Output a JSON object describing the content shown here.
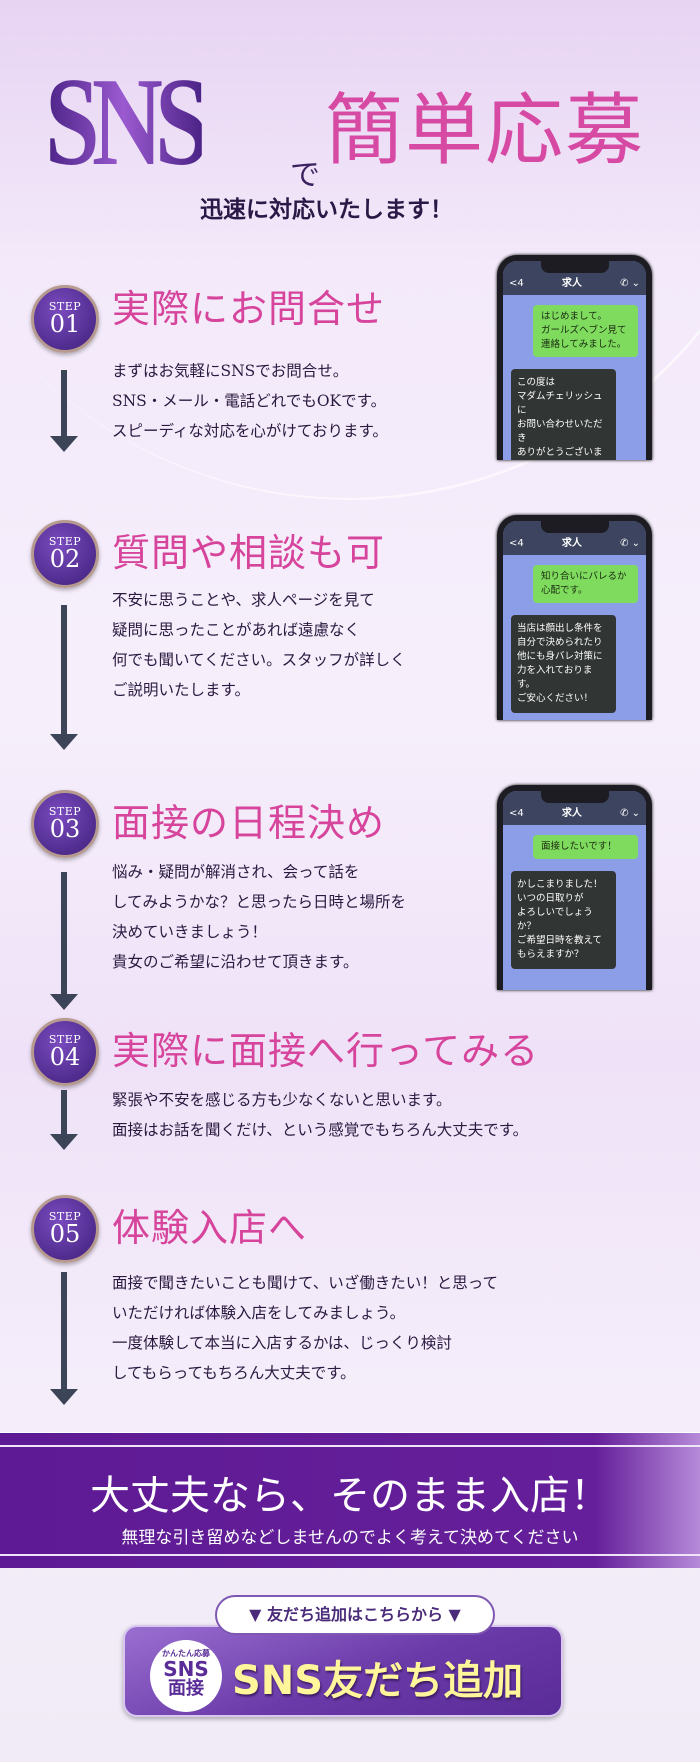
{
  "header": {
    "sns": "SNS",
    "de": "で",
    "title": "簡単応募",
    "subtitle": "迅速に対応いたします！"
  },
  "steps": [
    {
      "label": "STEP",
      "num": "01",
      "title": "実際にお問合せ",
      "lines": [
        "まずはお気軽にSNSでお問合せ。",
        "SNS・メール・電話どれでもOKです。",
        "スピーディな対応を心がけております。"
      ]
    },
    {
      "label": "STEP",
      "num": "02",
      "title": "質問や相談も可",
      "lines": [
        "不安に思うことや、求人ページを見て",
        "疑問に思ったことがあれば遠慮なく",
        "何でも聞いてください。スタッフが詳しく",
        "ご説明いたします。"
      ]
    },
    {
      "label": "STEP",
      "num": "03",
      "title": "面接の日程決め",
      "lines": [
        "悩み・疑問が解消され、会って話を",
        "してみようかな？と思ったら日時と場所を",
        "決めていきましょう！",
        "貴女のご希望に沿わせて頂きます。"
      ]
    },
    {
      "label": "STEP",
      "num": "04",
      "title": "実際に面接へ行ってみる",
      "lines": [
        "緊張や不安を感じる方も少なくないと思います。",
        "面接はお話を聞くだけ、という感覚でもちろん大丈夫です。"
      ]
    },
    {
      "label": "STEP",
      "num": "05",
      "title": "体験入店へ",
      "lines": [
        "面接で聞きたいことも聞けて、いざ働きたい！と思って",
        "いただければ体験入店をしてみましょう。",
        "一度体験して本当に入店するかは、じっくり検討",
        "してもらってもちろん大丈夫です。"
      ]
    }
  ],
  "phones": [
    {
      "back": "<4",
      "name": "求人",
      "sent": "はじめまして。\nガールズヘブン見て\n連絡してみました。",
      "reply": "この度は\nマダムチェリッシュに\nお問い合わせいただき\nありがとうございます。\n\n気になること何でも\nお聞きください！"
    },
    {
      "back": "<4",
      "name": "求人",
      "sent": "知り合いにバレるか\n心配です。",
      "reply": "当店は顔出し条件を\n自分で決められたり\n他にも身バレ対策に\n力を入れております。\nご安心ください！"
    },
    {
      "back": "<4",
      "name": "求人",
      "sent": "面接したいです！",
      "reply": "かしこまりました！\nいつの日取りが\nよろしいでしょうか？\nご希望日時を教えて\nもらえますか？"
    }
  ],
  "banner": {
    "title": "大丈夫なら、そのまま入店！",
    "subtitle": "無理な引き留めなどしませんのでよく考えて決めてください"
  },
  "cta": {
    "pill": "▼ 友だち追加はこちらから ▼",
    "bubble_small": "かんたん応募",
    "bubble_sns": "SNS",
    "bubble_interview": "面接",
    "label": "SNS友だち追加"
  }
}
